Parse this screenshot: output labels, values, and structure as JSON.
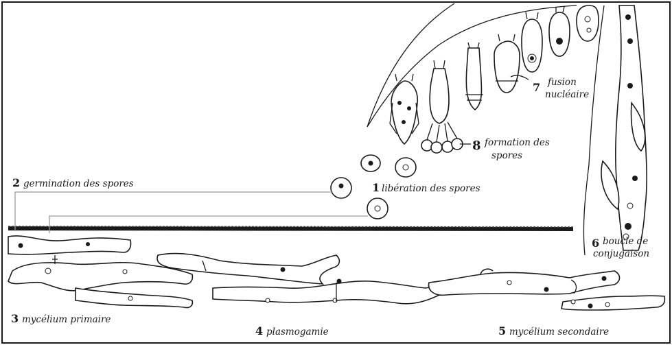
{
  "stages": [
    {
      "number": "1",
      "label": "libération des spores"
    },
    {
      "number": "2",
      "label": "germination des spores"
    },
    {
      "number": "3",
      "label": "mycélium primaire"
    },
    {
      "number": "4",
      "label": "plasmogamie"
    },
    {
      "number": "5",
      "label": "mycélium secondaire"
    },
    {
      "number": "6",
      "label_line1": "boucle de",
      "label_line2": "conjugaison"
    },
    {
      "number": "7",
      "label_line1": "fusion",
      "label_line2": "nucléaire"
    },
    {
      "number": "8",
      "label_line1": "formation des",
      "label_line2": "spores"
    }
  ]
}
